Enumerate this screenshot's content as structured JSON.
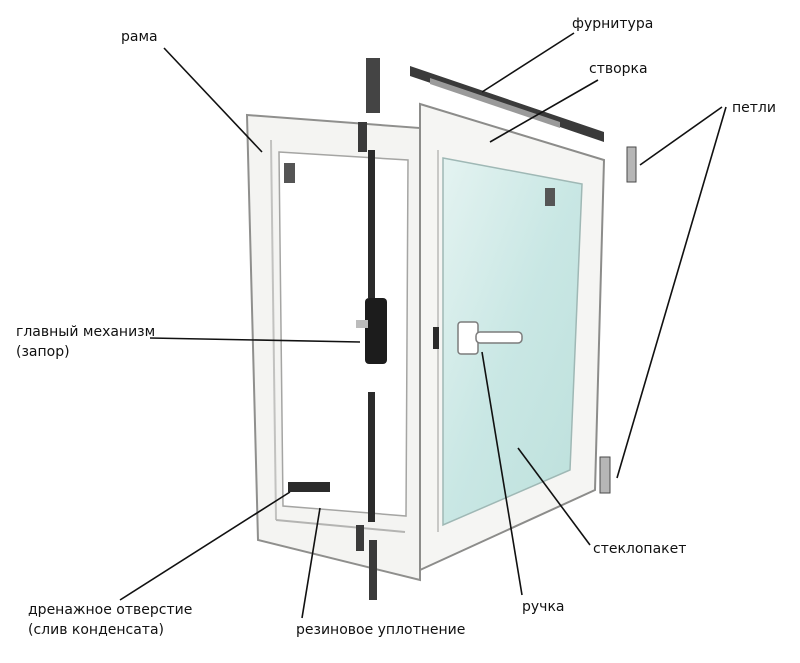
{
  "labels": {
    "rama": "рама",
    "furnitura": "фурнитура",
    "stvorka": "створка",
    "petli": "петли",
    "mechanism_line1": "главный механизм",
    "mechanism_line2": "(запор)",
    "steklopaket": "стеклопакет",
    "ruchka": "ручка",
    "drain_line1": "дренажное отверстие",
    "drain_line2": "(слив конденсата)",
    "seal": "резиновое уплотнение"
  },
  "colors": {
    "frame": "#f4f4f2",
    "frame_edge": "#9a9a98",
    "glass": "#cfe9e7",
    "hardware": "#2b2b2b",
    "leader": "#111111"
  }
}
